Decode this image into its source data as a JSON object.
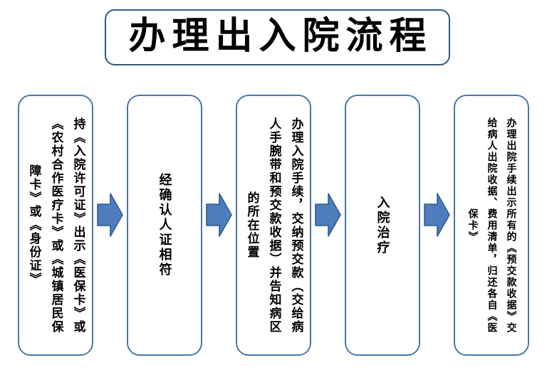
{
  "title": "办理出入院流程",
  "flow": {
    "steps": [
      "持《入院许可证》出示《医保卡》或《农村合作医疗卡》或《城镇居民保障卡》或《身份证》",
      "经确认人证相符",
      "办理入院手续，交纳预交款（交给病人手腕带和预交款收据）并告知病区的所在位置",
      "入院治疗",
      "办理出院手续出示所有的《预交款收据》交给病人出院收据、费用清单，归还各自《医保卡》"
    ]
  },
  "icons": {
    "arrow": "right-block-arrow-icon"
  },
  "colors": {
    "arrow_fill": "#4d7dbd",
    "arrow_stroke": "#2f5b8f",
    "step_box_border": "#4a77ad",
    "title_box_border": "#33587e",
    "text": "#000000",
    "background": "#ffffff"
  }
}
